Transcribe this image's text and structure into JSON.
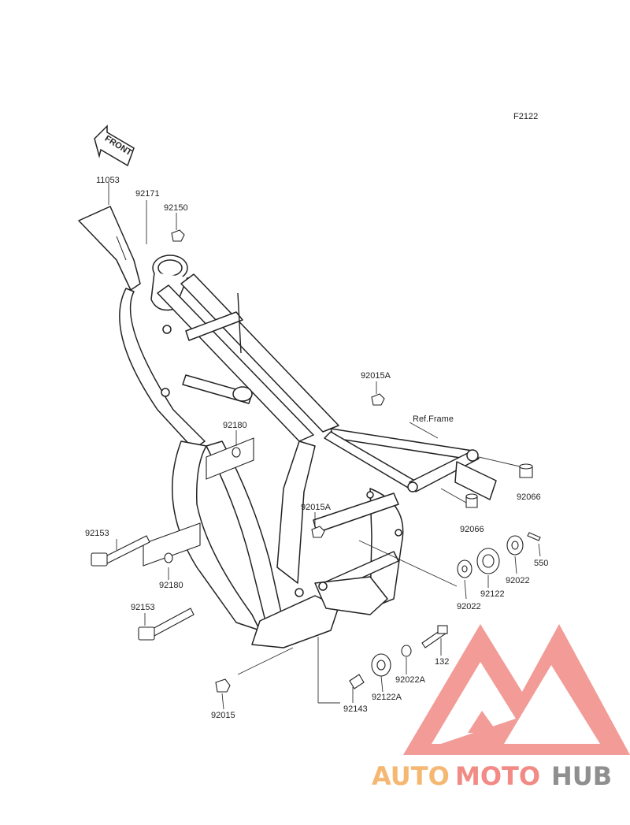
{
  "figure_code": "F2122",
  "front_arrow_label": "FRONT",
  "ref_frame_label": "Ref.Frame",
  "parts": [
    {
      "id": "11053",
      "label": "11053"
    },
    {
      "id": "92171",
      "label": "92171"
    },
    {
      "id": "92150",
      "label": "92150"
    },
    {
      "id": "92015A_top",
      "label": "92015A"
    },
    {
      "id": "92180_top",
      "label": "92180"
    },
    {
      "id": "92015A_mid",
      "label": "92015A"
    },
    {
      "id": "92066_right",
      "label": "92066"
    },
    {
      "id": "92066_left",
      "label": "92066"
    },
    {
      "id": "92153_top",
      "label": "92153"
    },
    {
      "id": "92180_bottom",
      "label": "92180"
    },
    {
      "id": "550",
      "label": "550"
    },
    {
      "id": "92022_right",
      "label": "92022"
    },
    {
      "id": "92122",
      "label": "92122"
    },
    {
      "id": "92022_left",
      "label": "92022"
    },
    {
      "id": "92153_bottom",
      "label": "92153"
    },
    {
      "id": "132",
      "label": "132"
    },
    {
      "id": "92022A",
      "label": "92022A"
    },
    {
      "id": "92122A",
      "label": "92122A"
    },
    {
      "id": "92143",
      "label": "92143"
    },
    {
      "id": "92015",
      "label": "92015"
    }
  ],
  "watermark": {
    "part1": "AUTO",
    "part2": "MOTO",
    "part3": "HUB",
    "color_auto": "#f5b873",
    "color_moto": "#f28a85",
    "color_hub": "#8f8f8f",
    "logo_color": "#f08a86"
  }
}
